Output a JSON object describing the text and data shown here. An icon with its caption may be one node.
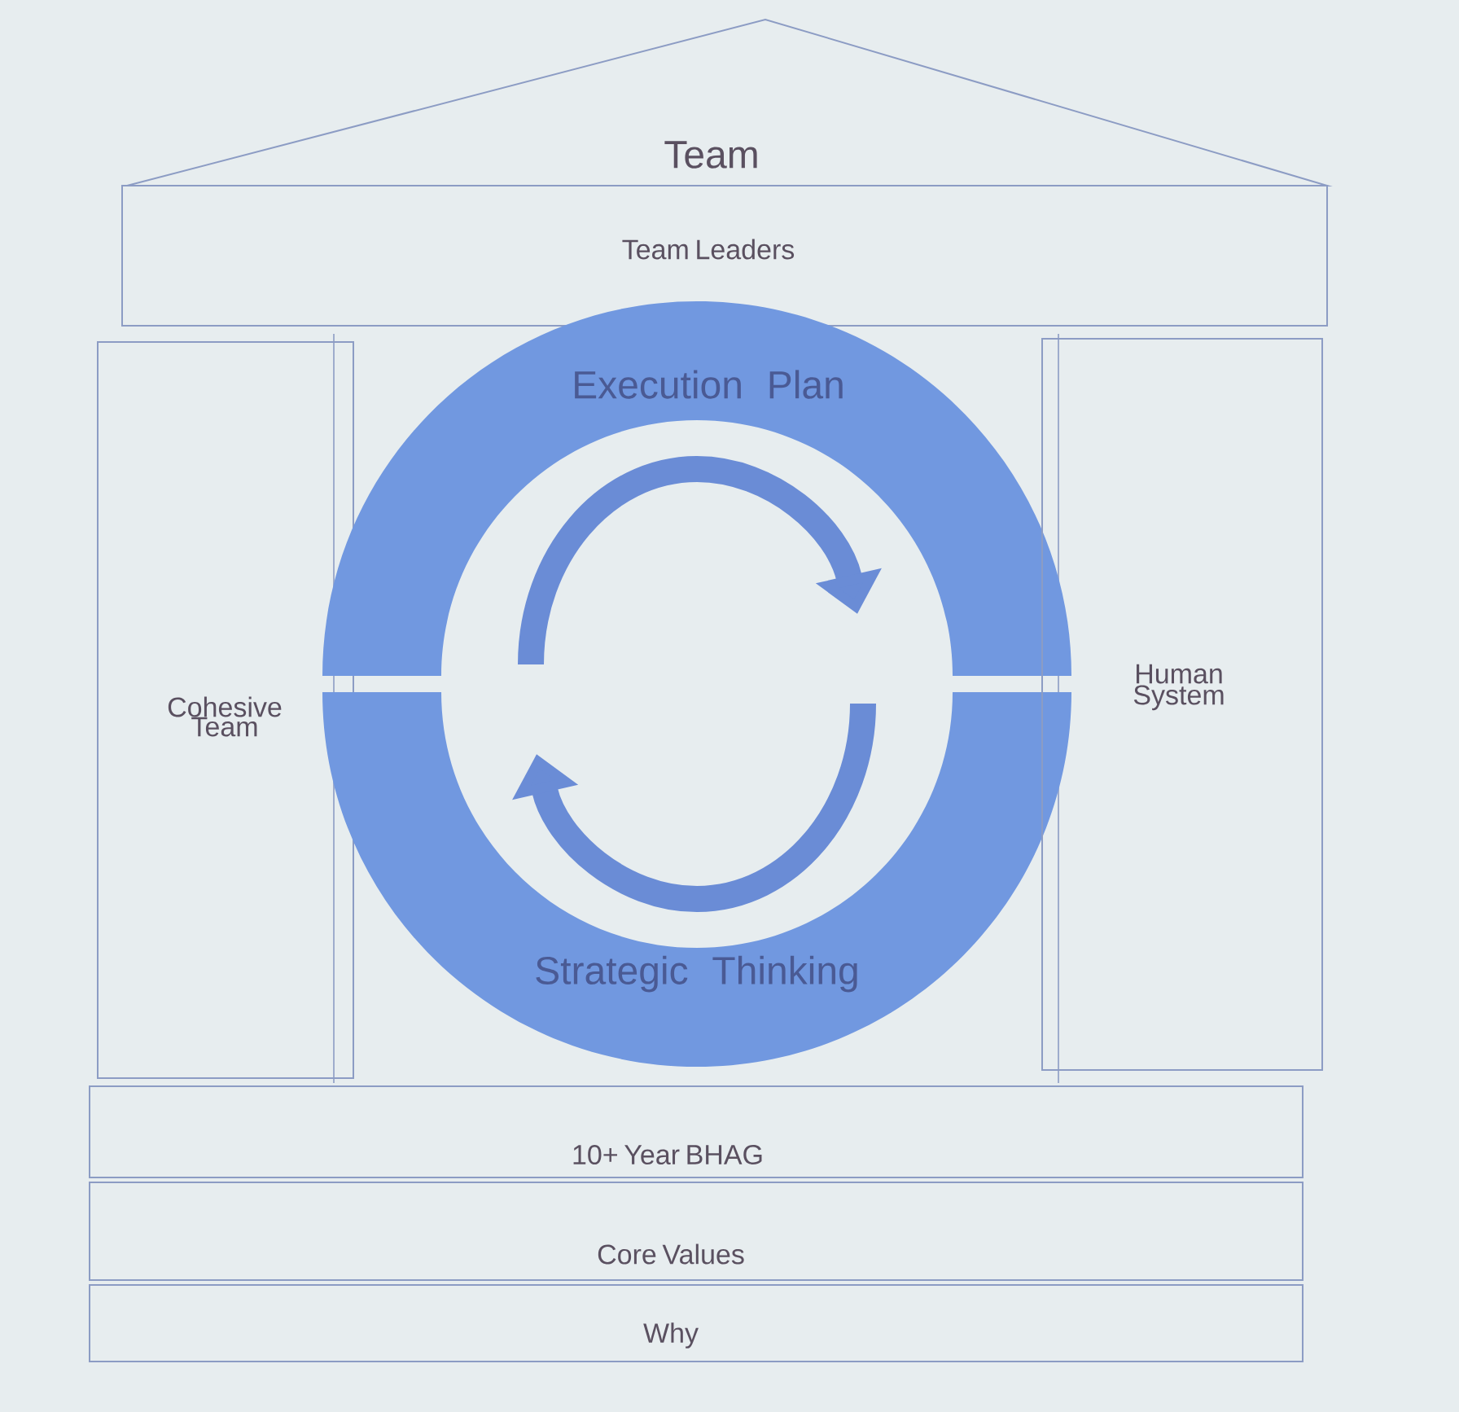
{
  "diagram": {
    "nodes": [
      {
        "text": [
          "Team"
        ]
      },
      {
        "text": [
          "Team Leaders"
        ]
      },
      {
        "text": [
          "Cohesive Team"
        ]
      },
      {
        "text": [
          "Execution Plan"
        ]
      },
      {
        "text": [
          "Strategic Thinking"
        ]
      },
      {
        "text": [
          "Human System"
        ]
      },
      {
        "text": [
          "10+ Year BHAG"
        ]
      },
      {
        "text": [
          "Core Values"
        ]
      },
      {
        "text": [
          "Why"
        ]
      }
    ]
  }
}
